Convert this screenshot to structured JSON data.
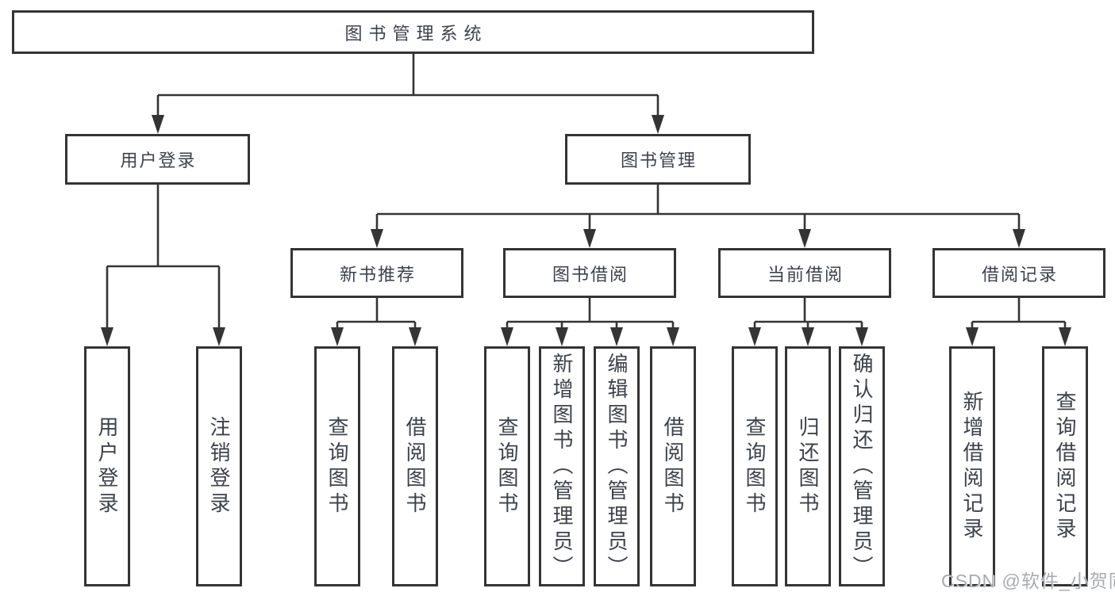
{
  "diagram": {
    "root": {
      "label": "图书管理系统"
    },
    "level2": [
      {
        "label": "用户登录"
      },
      {
        "label": "图书管理"
      }
    ],
    "level3": [
      {
        "label": "新书推荐"
      },
      {
        "label": "图书借阅"
      },
      {
        "label": "当前借阅"
      },
      {
        "label": "借阅记录"
      }
    ],
    "leaves": [
      {
        "parent": "用户登录",
        "label": "用户登录"
      },
      {
        "parent": "用户登录",
        "label": "注销登录"
      },
      {
        "parent": "新书推荐",
        "label": "查询图书"
      },
      {
        "parent": "新书推荐",
        "label": "借阅图书"
      },
      {
        "parent": "图书借阅",
        "label": "查询图书"
      },
      {
        "parent": "图书借阅",
        "label": "新增图书（管理员）"
      },
      {
        "parent": "图书借阅",
        "label": "编辑图书（管理员）"
      },
      {
        "parent": "图书借阅",
        "label": "借阅图书"
      },
      {
        "parent": "当前借阅",
        "label": "查询图书"
      },
      {
        "parent": "当前借阅",
        "label": "归还图书"
      },
      {
        "parent": "当前借阅",
        "label": "确认归还（管理员）"
      },
      {
        "parent": "借阅记录",
        "label": "新增借阅记录"
      },
      {
        "parent": "借阅记录",
        "label": "查询借阅记录"
      }
    ],
    "watermark": "CSDN @软件_小贺同学",
    "colors": {
      "line": "#343434",
      "text": "#3d424a",
      "background": "#ffffff",
      "watermark": "#a8abb0"
    }
  }
}
